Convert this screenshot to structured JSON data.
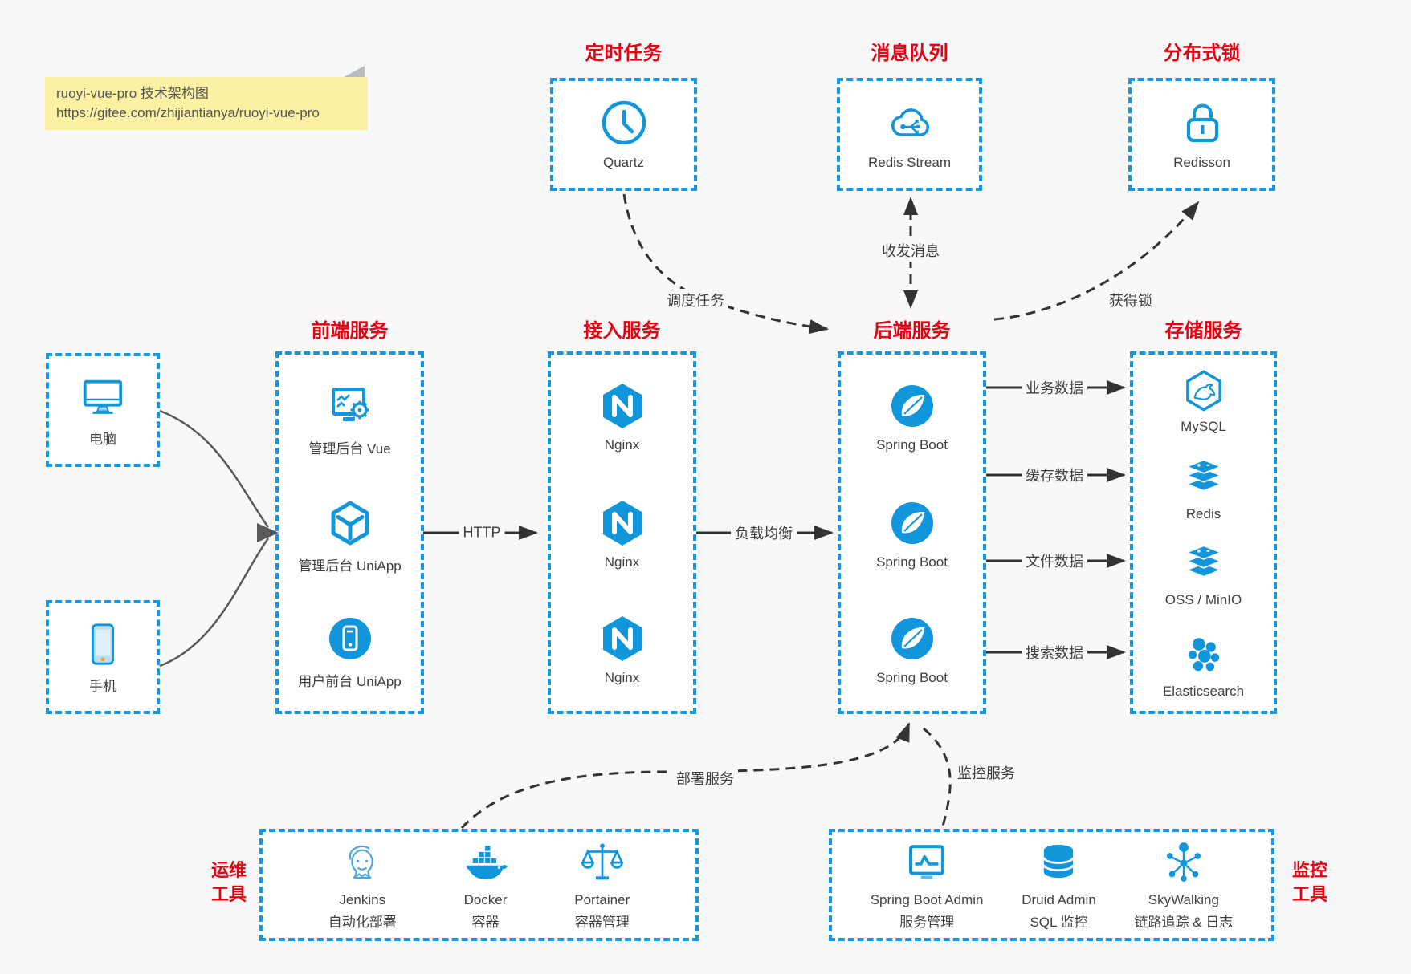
{
  "note": {
    "line1": "ruoyi-vue-pro 技术架构图",
    "line2": "https://gitee.com/zhijiantianya/ruoyi-vue-pro"
  },
  "top_groups": [
    {
      "title": "定时任务",
      "item": {
        "label": "Quartz",
        "icon": "clock-icon"
      }
    },
    {
      "title": "消息队列",
      "item": {
        "label": "Redis Stream",
        "icon": "cloud-stream-icon"
      }
    },
    {
      "title": "分布式锁",
      "item": {
        "label": "Redisson",
        "icon": "lock-icon"
      }
    }
  ],
  "clients": [
    {
      "label": "电脑",
      "icon": "desktop-icon"
    },
    {
      "label": "手机",
      "icon": "phone-icon"
    }
  ],
  "columns": [
    {
      "title": "前端服务",
      "items": [
        {
          "label": "管理后台 Vue",
          "icon": "admin-vue-icon"
        },
        {
          "label": "管理后台 UniApp",
          "icon": "uniapp-cube-icon"
        },
        {
          "label": "用户前台 UniApp",
          "icon": "user-app-icon"
        }
      ]
    },
    {
      "title": "接入服务",
      "items": [
        {
          "label": "Nginx",
          "icon": "nginx-icon"
        },
        {
          "label": "Nginx",
          "icon": "nginx-icon"
        },
        {
          "label": "Nginx",
          "icon": "nginx-icon"
        }
      ]
    },
    {
      "title": "后端服务",
      "items": [
        {
          "label": "Spring Boot",
          "icon": "spring-boot-icon"
        },
        {
          "label": "Spring Boot",
          "icon": "spring-boot-icon"
        },
        {
          "label": "Spring Boot",
          "icon": "spring-boot-icon"
        }
      ]
    },
    {
      "title": "存储服务",
      "items": [
        {
          "label": "MySQL",
          "icon": "mysql-icon"
        },
        {
          "label": "Redis",
          "icon": "redis-icon"
        },
        {
          "label": "OSS / MinIO",
          "icon": "oss-minio-icon"
        },
        {
          "label": "Elasticsearch",
          "icon": "elasticsearch-icon"
        }
      ]
    }
  ],
  "bottom_groups": [
    {
      "title_line1": "运维",
      "title_line2": "工具",
      "items": [
        {
          "label": "Jenkins",
          "sublabel": "自动化部署",
          "icon": "jenkins-icon"
        },
        {
          "label": "Docker",
          "sublabel": "容器",
          "icon": "docker-icon"
        },
        {
          "label": "Portainer",
          "sublabel": "容器管理",
          "icon": "portainer-icon"
        }
      ]
    },
    {
      "title_line1": "监控",
      "title_line2": "工具",
      "items": [
        {
          "label": "Spring Boot Admin",
          "sublabel": "服务管理",
          "icon": "spring-boot-admin-icon"
        },
        {
          "label": "Druid Admin",
          "sublabel": "SQL 监控",
          "icon": "druid-icon"
        },
        {
          "label": "SkyWalking",
          "sublabel": "链路追踪 & 日志",
          "icon": "skywalking-icon"
        }
      ]
    }
  ],
  "edges": {
    "http": "HTTP",
    "load_balance": "负载均衡",
    "business_data": "业务数据",
    "cache_data": "缓存数据",
    "file_data": "文件数据",
    "search_data": "搜索数据",
    "schedule_task": "调度任务",
    "send_receive_message": "收发消息",
    "acquire_lock": "获得锁",
    "deploy_service": "部署服务",
    "monitor_service": "监控服务"
  },
  "colors": {
    "accent_blue": "#1296db",
    "border_blue": "#1697e0",
    "title_red": "#e60012",
    "arrow_dark": "#333333",
    "arrow_gray": "#58595b",
    "background": "#f8f8f8",
    "box_background": "#ffffff",
    "note_background": "#fcf1a2",
    "label_text": "#404040"
  }
}
